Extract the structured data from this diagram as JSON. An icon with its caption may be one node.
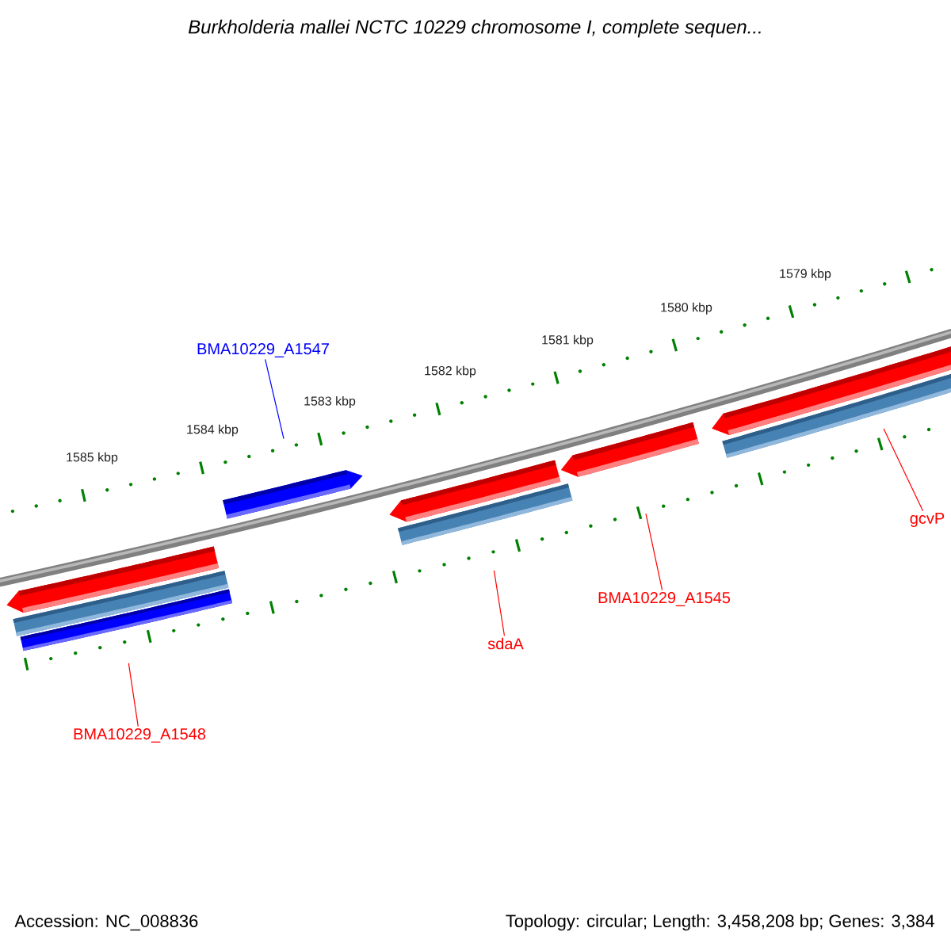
{
  "diagram": {
    "title": "Burkholderia mallei NCTC 10229 chromosome I, complete sequen...",
    "nodes": [
      {
        "text": [
          "BMA10229_A1547"
        ]
      },
      {
        "text": [],
        "shape": "bar"
      },
      {
        "text": [],
        "shape": "bar"
      },
      {
        "text": [],
        "shape": "bar"
      },
      {
        "text": [],
        "shape": "bar"
      },
      {
        "text": [],
        "shape": "bar"
      },
      {
        "text": [
          "gcvP"
        ]
      },
      {
        "text": [
          "BMA10229_A1545"
        ]
      },
      {
        "text": [
          "sdaA"
        ]
      },
      {
        "text": [
          "BMA10229_A1548"
        ]
      }
    ],
    "edges": [
      {
        "from": 0,
        "to": 1,
        "arrow": "none",
        "color": "#0000ff"
      },
      {
        "from": 6,
        "to": 5,
        "arrow": "none"
      },
      {
        "from": 7,
        "to": 4,
        "arrow": "none"
      },
      {
        "from": 8,
        "to": 3,
        "arrow": "none"
      },
      {
        "from": 9,
        "to": 2,
        "arrow": "none"
      }
    ],
    "labels": [
      "1579 kbp",
      "1580 kbp",
      "1581 kbp",
      "1582 kbp",
      "1583 kbp",
      "1584 kbp",
      "1585 kbp",
      "Accession: NC_008836",
      "Topology: circular; Length: 3,458,208 bp; Genes: 3,384"
    ]
  }
}
